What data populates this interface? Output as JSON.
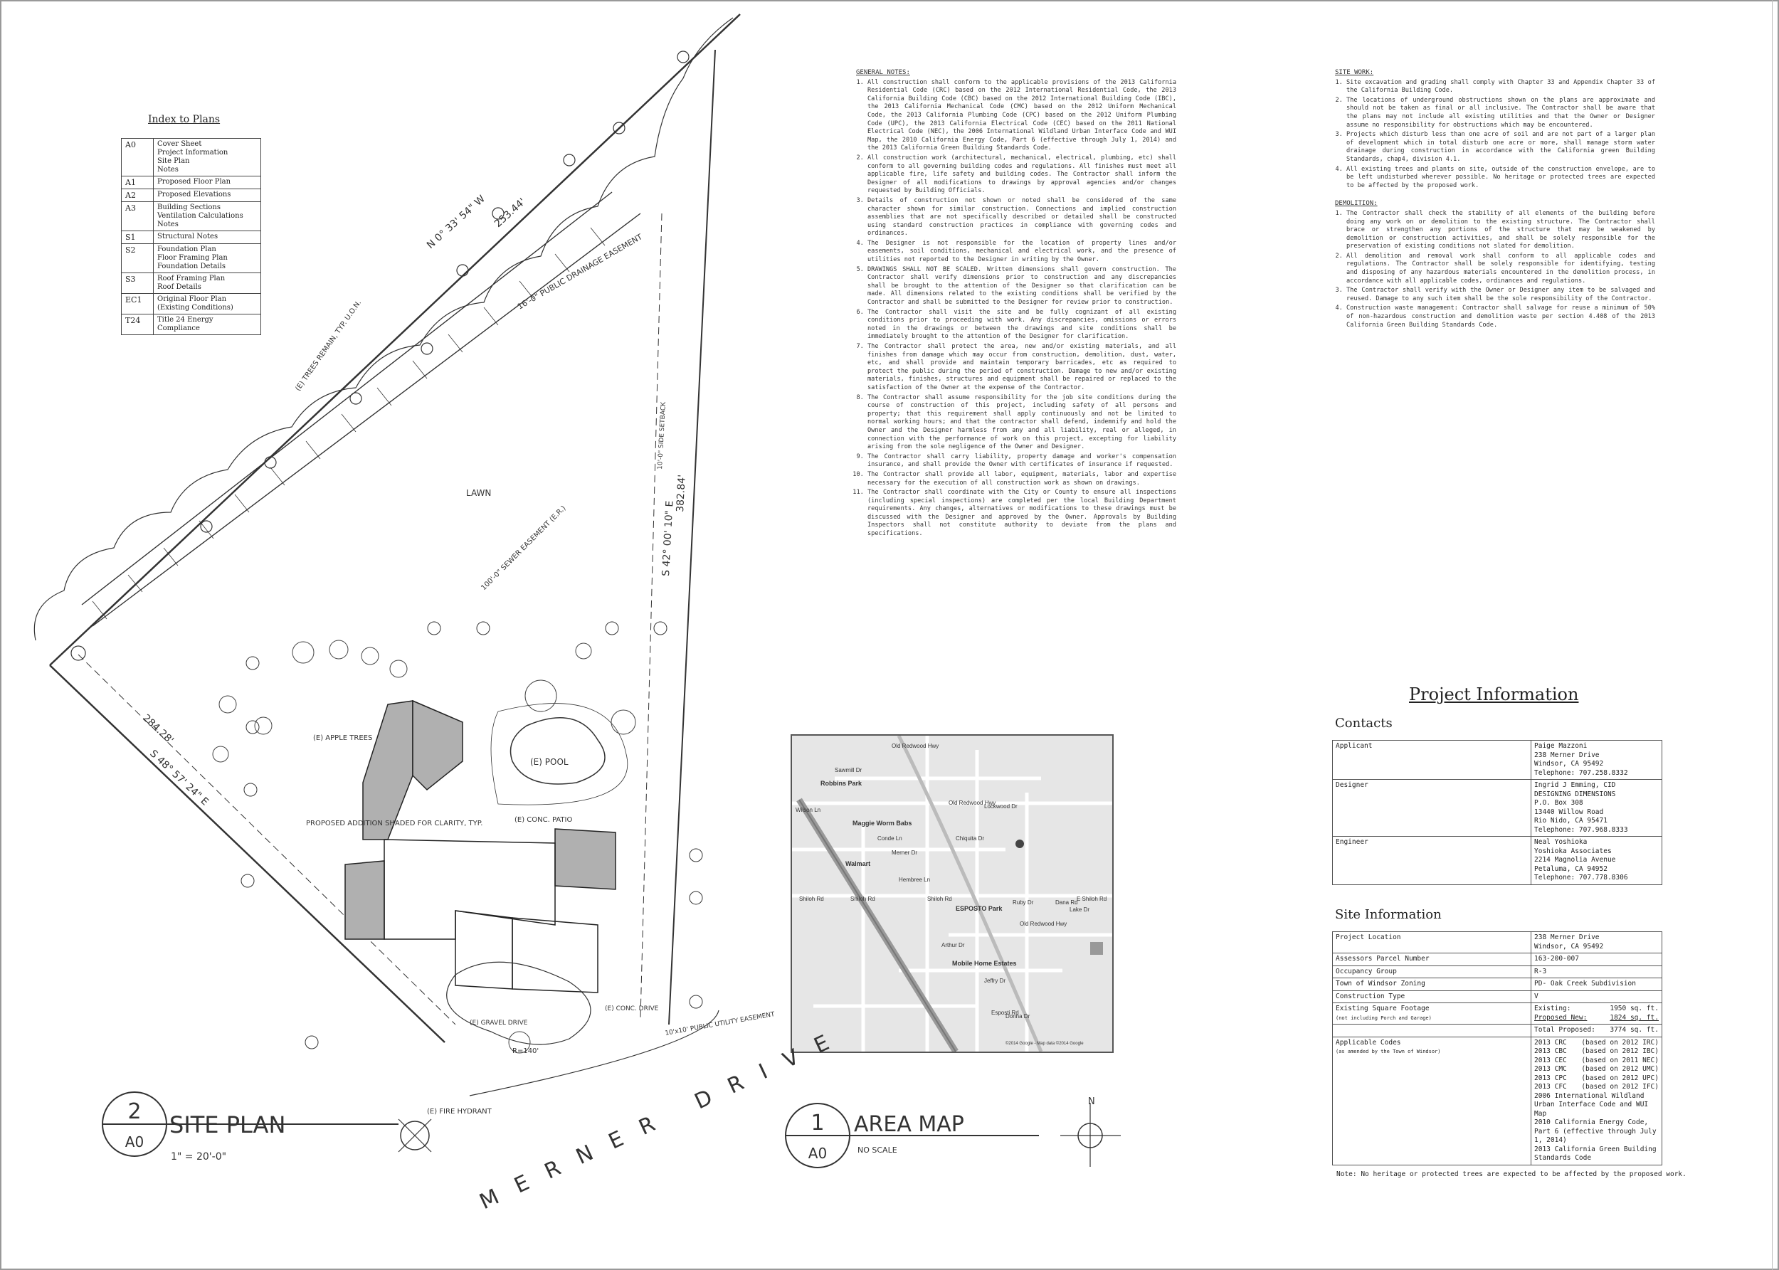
{
  "index": {
    "title": "Index to Plans",
    "rows": [
      {
        "code": "A0",
        "desc": "Cover Sheet\nProject Information\nSite Plan\nNotes"
      },
      {
        "code": "A1",
        "desc": "Proposed Floor Plan"
      },
      {
        "code": "A2",
        "desc": "Proposed Elevations"
      },
      {
        "code": "A3",
        "desc": "Building Sections\nVentilation Calculations\nNotes"
      },
      {
        "code": "S1",
        "desc": "Structural Notes"
      },
      {
        "code": "S2",
        "desc": "Foundation Plan\nFloor Framing Plan\nFoundation Details"
      },
      {
        "code": "S3",
        "desc": "Roof Framing Plan\nRoof Details"
      },
      {
        "code": "EC1",
        "desc": "Original Floor Plan\n(Existing Conditions)"
      },
      {
        "code": "T24",
        "desc": "Title 24 Energy Compliance"
      }
    ]
  },
  "general_notes": {
    "title": "GENERAL NOTES:",
    "items": [
      "All construction shall conform to the applicable provisions of the 2013 California Residential Code (CRC) based on the 2012 International Residential Code, the 2013 California Building Code (CBC) based on the 2012 International Building Code (IBC), the 2013 California Mechanical Code (CMC) based on the 2012 Uniform Mechanical Code, the 2013 California Plumbing Code (CPC) based on the 2012 Uniform Plumbing Code (UPC), the 2013 California Electrical Code (CEC) based on the 2011 National Electrical Code (NEC), the 2006 International Wildland Urban Interface Code and WUI Map, the 2010 California Energy Code, Part 6 (effective through July 1, 2014) and the 2013 California Green Building Standards Code.",
      "All construction work (architectural, mechanical, electrical, plumbing, etc) shall conform to all governing building codes and regulations. All finishes must meet all applicable fire, life safety and building codes. The Contractor shall inform the Designer of all modifications to drawings by approval agencies and/or changes requested by Building Officials.",
      "Details of construction not shown or noted shall be considered of the same character shown for similar construction. Connections and implied construction assemblies that are not specifically described or detailed shall be constructed using standard construction practices in compliance with governing codes and ordinances.",
      "The Designer is not responsible for the location of property lines and/or easements, soil conditions, mechanical and electrical work, and the presence of utilities not reported to the Designer in writing by the Owner.",
      "DRAWINGS SHALL NOT BE SCALED. Written dimensions shall govern construction. The Contractor shall verify dimensions prior to construction and any discrepancies shall be brought to the attention of the Designer so that clarification can be made. All dimensions related to the existing conditions shall be verified by the Contractor and shall be submitted to the Designer for review prior to construction.",
      "The Contractor shall visit the site and be fully cognizant of all existing conditions prior to proceeding with work. Any discrepancies, omissions or errors noted in the drawings or between the drawings and site conditions shall be immediately brought to the attention of the Designer for clarification.",
      "The Contractor shall protect the area, new and/or existing materials, and all finishes from damage which may occur from construction, demolition, dust, water, etc, and shall provide and maintain temporary barricades, etc as required to protect the public during the period of construction. Damage to new and/or existing materials, finishes, structures and equipment shall be repaired or replaced to the satisfaction of the Owner at the expense of the Contractor.",
      "The Contractor shall assume responsibility for the job site conditions during the course of construction of this project, including safety of all persons and property; that this requirement shall apply continuously and not be limited to normal working hours; and that the contractor shall defend, indemnify and hold the Owner and the Designer harmless from any and all liability, real or alleged, in connection with the performance of work on this project, excepting for liability arising from the sole negligence of the Owner and Designer.",
      "The Contractor shall carry liability, property damage and worker's compensation insurance, and shall provide the Owner with certificates of insurance if requested.",
      "The Contractor shall provide all labor, equipment, materials, labor and expertise necessary for the execution of all construction work as shown on drawings.",
      "The Contractor shall coordinate with the City or County to ensure all inspections (including special inspections) are completed per the local Building Department requirements. Any changes, alternatives or modifications to these drawings must be discussed with the Designer and approved by the Owner. Approvals by Building Inspectors shall not constitute authority to deviate from the plans and specifications."
    ]
  },
  "site_work": {
    "title": "SITE WORK:",
    "items": [
      "Site excavation and grading shall comply with Chapter 33 and Appendix Chapter 33 of the California Building Code.",
      "The locations of underground obstructions shown on the plans are approximate and should not be taken as final or all inclusive. The Contractor shall be aware that the plans may not include all existing utilities and that the Owner or Designer assume no responsibility for obstructions which may be encountered.",
      "Projects which disturb less than one acre of soil and are not part of a larger plan of development which in total disturb one acre or more, shall manage storm water drainage during construction in accordance with the California green Building Standards, chap4, division 4.1.",
      "All existing trees and plants on site, outside of the construction envelope, are to be left undisturbed wherever possible. No heritage or protected trees are expected to be affected by the proposed work."
    ]
  },
  "demolition": {
    "title": "DEMOLITION:",
    "items": [
      "The Contractor shall check the stability of all elements of the building before doing any work on or demolition to the existing structure. The Contractor shall brace or strengthen any portions of the structure that may be weakened by demolition or construction activities, and shall be solely responsible for the preservation of existing conditions not slated for demolition.",
      "All demolition and removal work shall conform to all applicable codes and regulations. The Contractor shall be solely responsible for identifying, testing and disposing of any hazardous materials encountered in the demolition process, in accordance with all applicable codes, ordinances and regulations.",
      "The Contractor shall verify with the Owner or Designer any item to be salvaged and reused. Damage to any such item shall be the sole responsibility of the Contractor.",
      "Construction waste management: Contractor shall salvage for reuse a minimum of 50% of non-hazardous construction and demolition waste per section 4.408 of the 2013 California Green Building Standards Code."
    ]
  },
  "project_info": {
    "title": "Project Information",
    "contacts_title": "Contacts",
    "contacts": [
      {
        "role": "Applicant",
        "detail": "Paige Mazzoni\n238 Merner Drive\nWindsor, CA 95492\nTelephone: 707.258.8332"
      },
      {
        "role": "Designer",
        "detail": "Ingrid J Emming, CID\nDESIGNING DIMENSIONS\nP.O. Box 308\n13440 Willow Road\nRio Nido, CA 95471\nTelephone: 707.968.8333"
      },
      {
        "role": "Engineer",
        "detail": "Neal Yoshioka\nYoshioka Associates\n2214 Magnolia Avenue\nPetaluma, CA 94952\nTelephone: 707.778.8306"
      }
    ],
    "site_title": "Site Information",
    "site": [
      {
        "k": "Project Location",
        "v": "238 Merner Drive\nWindsor, CA 95492"
      },
      {
        "k": "Assessors Parcel Number",
        "v": "163-200-007"
      },
      {
        "k": "Occupancy Group",
        "v": "R-3"
      },
      {
        "k": "Town of Windsor Zoning",
        "v": "PD- Oak Creek Subdivision"
      },
      {
        "k": "Construction Type",
        "v": "V"
      }
    ],
    "sqft": {
      "label": "Existing Square Footage",
      "sublabel": "(not including Porch and Garage)",
      "existing_label": "Existing:",
      "existing_val": "1950 sq. ft.",
      "proposed_label": "Proposed New:",
      "proposed_val": "1824 sq. ft.",
      "total_label": "Total Proposed:",
      "total_val": "3774 sq. ft."
    },
    "codes": {
      "label": "Applicable Codes",
      "sublabel": "(as amended by the Town of Windsor)",
      "rows": [
        {
          "code": "2013 CRC",
          "basis": "(based on 2012 IRC)"
        },
        {
          "code": "2013 CBC",
          "basis": "(based on 2012 IBC)"
        },
        {
          "code": "2013 CEC",
          "basis": "(based on 2011 NEC)"
        },
        {
          "code": "2013 CMC",
          "basis": "(based on 2012 UMC)"
        },
        {
          "code": "2013 CPC",
          "basis": "(based on 2012 UPC)"
        },
        {
          "code": "2013 CFC",
          "basis": "(based on 2012 IFC)"
        }
      ],
      "extra": "2006 International Wildland Urban Interface Code and WUI Map\n2010 California Energy Code, Part 6 (effective through July 1, 2014)\n2013 California Green Building Standards Code"
    },
    "note": "Note: No heritage or protected trees are expected to be affected by the proposed work."
  },
  "site_plan": {
    "number": "2",
    "sheet": "A0",
    "title": "SITE PLAN",
    "scale": "1\" = 20'-0\"",
    "labels": {
      "bearing_top": "N 0° 33' 54\" W",
      "dist_top": "253.44'",
      "bearing_right": "S 42° 00' 10\" E",
      "dist_right": "382.84'",
      "bearing_left": "S 48° 57' 24\" E",
      "dist_left": "284.28'",
      "drain": "16'-0\" PUBLIC DRAINAGE EASEMENT",
      "trees": "(E) TREES REMAIN, TYP. U.O.N.",
      "lawn": "LAWN",
      "pool": "(E) POOL",
      "patio": "(E) CONC. PATIO",
      "apple": "(E) APPLE TREES",
      "addition": "PROPOSED ADDITION SHADED FOR CLARITY, TYP.",
      "gravel": "(E) GRAVEL DRIVE",
      "conc": "(E) CONC. DRIVE",
      "utility": "10'x10' PUBLIC UTILITY EASEMENT",
      "hydrant": "(E) FIRE HYDRANT",
      "street": "MERNER DRIVE",
      "setback": "10'-0\" SIDE SETBACK",
      "sewer": "100'-0\" SEWER EASEMENT (E.R.)",
      "radius": "R=140'"
    }
  },
  "area_map": {
    "number": "1",
    "sheet": "A0",
    "title": "AREA MAP",
    "scale": "NO SCALE",
    "labels": [
      "Robbins Park",
      "Wilson Ln",
      "Maggie Worm Babs",
      "Walmart",
      "Hembree Ln",
      "Shiloh Rd",
      "Shiloh Rd",
      "Shiloh Rd",
      "E Shiloh Rd",
      "ESPOSTO Park",
      "Mobile Home Estates",
      "Old Redwood Hwy",
      "Old Redwood Hwy",
      "Old Redwood Hwy",
      "Lockwood Dr",
      "Conde Ln",
      "Chiquita Dr",
      "Merner Dr",
      "Arthur Dr",
      "Donna Dr",
      "Ruby Dr",
      "Jeffry Dr",
      "Sawmill Dr",
      "Esposti Rd",
      "Lake Dr",
      "Dana Rd"
    ],
    "footer": "©2014 Google - Map data ©2014 Google"
  }
}
